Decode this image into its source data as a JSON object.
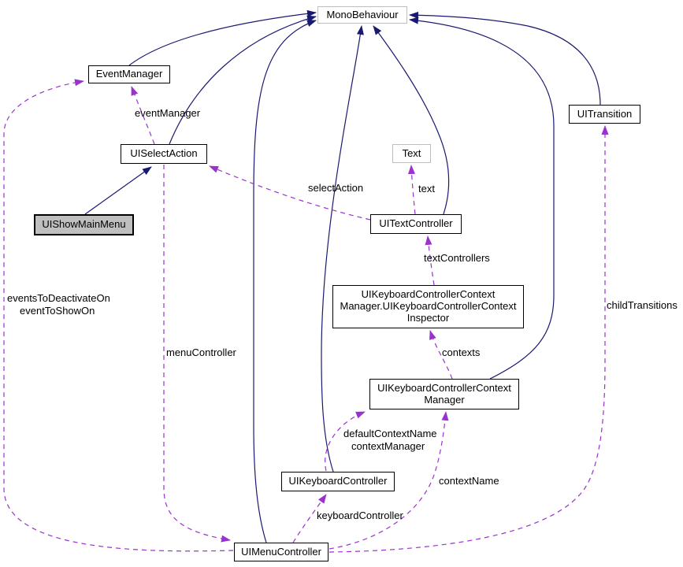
{
  "diagram": {
    "type": "collaboration-diagram",
    "colors": {
      "inheritance": "#191970",
      "usage": "#9a32cd",
      "node_border": "#000000",
      "external_border": "#bdbdbd",
      "node_fill": "#ffffff",
      "highlight_fill": "#bfbfbf",
      "text": "#000000",
      "background": "#ffffff"
    },
    "nodes": {
      "monobehaviour": {
        "label": "MonoBehaviour"
      },
      "eventmanager": {
        "label": "EventManager"
      },
      "uiselectaction": {
        "label": "UISelectAction"
      },
      "uishowmainmenu": {
        "label": "UIShowMainMenu"
      },
      "uitransition": {
        "label": "UITransition"
      },
      "text": {
        "label": "Text"
      },
      "uitextcontroller": {
        "label": "UITextController"
      },
      "inspector": {
        "lines": [
          "UIKeyboardControllerContext",
          "Manager.UIKeyboardControllerContext",
          "Inspector"
        ]
      },
      "manager": {
        "lines": [
          "UIKeyboardControllerContext",
          "Manager"
        ]
      },
      "uikeyboardcontroller": {
        "label": "UIKeyboardController"
      },
      "uimenucontroller": {
        "label": "UIMenuController"
      }
    },
    "edge_labels": {
      "eventmanager": "eventManager",
      "selectaction": "selectAction",
      "text": "text",
      "textcontrollers": "textControllers",
      "contexts": "contexts",
      "events_to_deactivate": "eventsToDeactivateOn",
      "event_to_show": "eventToShowOn",
      "menucontroller": "menuController",
      "childtransitions": "childTransitions",
      "defaultcontextname": "defaultContextName",
      "contextmanager": "contextManager",
      "contextname": "contextName",
      "keyboardcontroller": "keyboardController"
    }
  }
}
